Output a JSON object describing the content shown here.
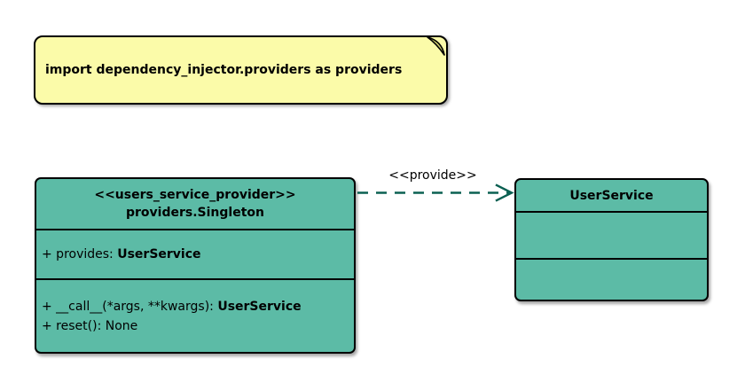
{
  "note": {
    "text": "import dependency_injector.providers as providers"
  },
  "singleton_class": {
    "stereotype": "<<users_service_provider>>",
    "title": "providers.Singleton",
    "attribute": {
      "label": "+ provides: ",
      "type": "UserService"
    },
    "method_call": {
      "label": "+ __call__(*args, **kwargs): ",
      "type": "UserService"
    },
    "method_reset": {
      "label": "+ reset(): None"
    }
  },
  "user_service_class": {
    "title": "UserService"
  },
  "dependency": {
    "label": "<<provide>>"
  },
  "colors": {
    "class_fill": "#5cbba6",
    "note_fill": "#fbfba9",
    "note_fold": "#cfcf6e",
    "edge_stroke": "#0b6052",
    "border": "#000000",
    "background": "#ffffff"
  }
}
